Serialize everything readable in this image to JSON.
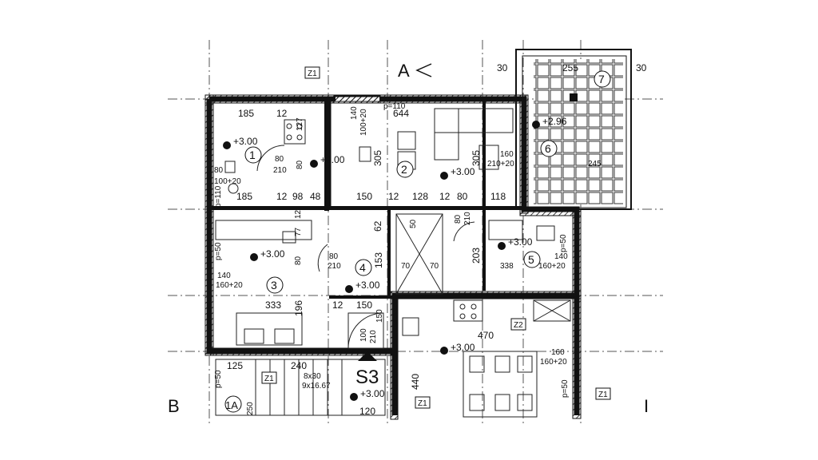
{
  "axis_markers": {
    "section_a": "A",
    "left_b": "B",
    "right_i": "I",
    "stair_s3": "S3",
    "stair_1a": "1A"
  },
  "tags": {
    "z1_top": "Z1",
    "z1_stair": "Z1",
    "z1_bottom": "Z1",
    "z1_right": "Z1",
    "z2": "Z2"
  },
  "rooms": [
    {
      "number": "1",
      "level": "+3.00"
    },
    {
      "number": "2",
      "level": "+3.00"
    },
    {
      "number": "3",
      "level": "+3.00"
    },
    {
      "number": "4",
      "level": "+3.00"
    },
    {
      "number": "5",
      "level": "+3.00"
    },
    {
      "number": "6",
      "level": "+2.96"
    },
    {
      "number": "7",
      "level": ""
    }
  ],
  "levels": {
    "hall": "+3.00",
    "living": "+3.00",
    "dining": "+3.00",
    "stair": "+3.00"
  },
  "dimensions": {
    "top_185": "185",
    "top_12a": "12",
    "top_127": "127",
    "top_140": "140",
    "top_100": "100+20",
    "top_p110": "p=110",
    "top_644": "644",
    "top_30a": "30",
    "top_255": "255",
    "top_30b": "30",
    "mid_185": "185",
    "mid_12": "12",
    "mid_98": "98",
    "mid_48": "48",
    "mid_150": "150",
    "mid_12b": "12",
    "mid_128": "128",
    "mid_12c": "12",
    "mid_80": "80",
    "mid_118": "118",
    "d_305a": "305",
    "d_305b": "305",
    "d_80_210a": "80",
    "d_210a": "210",
    "d_80v": "80",
    "d_160": "160",
    "d_210_20": "210+20",
    "d_245": "245",
    "d_80l": "80",
    "d_100_20l": "100+20",
    "d_p110l": "p=110",
    "d_62": "62",
    "d_50": "50",
    "d_80_210b": "80",
    "d_210b": "210",
    "d_77": "77",
    "d_12v": "12",
    "d_p50a": "p=50",
    "d_p50b": "p=50",
    "d_p50c": "p=50",
    "d_p50d": "p=50",
    "d_80c": "80",
    "d_80d": "80",
    "d_210c": "210",
    "d_153": "153",
    "d_70a": "70",
    "d_70b": "70",
    "d_203": "203",
    "d_338": "338",
    "d_140r": "140",
    "d_160_20r": "160+20",
    "d_140b": "140",
    "d_160_20b": "160+20",
    "d_333": "333",
    "d_196": "196",
    "d_12w": "12",
    "d_150w": "150",
    "d_150v": "150",
    "d_100": "100",
    "d_210d": "210",
    "d_470": "470",
    "d_160d": "160",
    "d_160_20d": "160+20",
    "d_125": "125",
    "d_240": "240",
    "d_8x30": "8x30",
    "d_9x16": "9x16.67",
    "d_440": "440",
    "d_250": "250",
    "d_120": "120"
  }
}
